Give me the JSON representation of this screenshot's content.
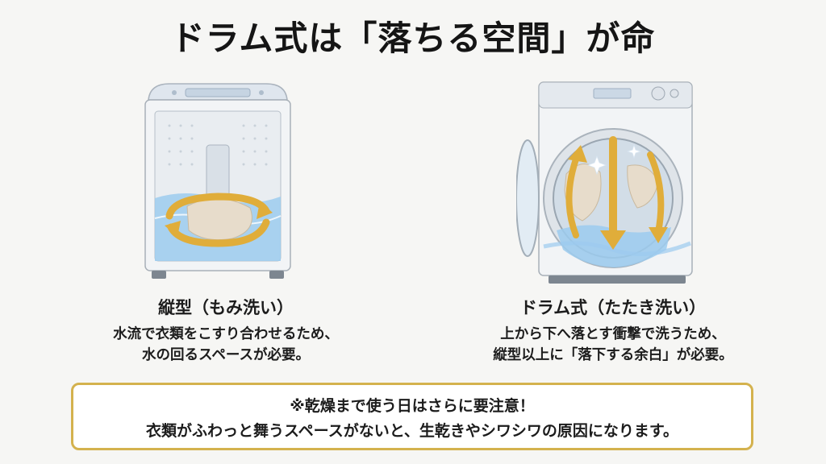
{
  "title": "ドラム式は「落ちる空間」が命",
  "left": {
    "heading": "縦型（もみ洗い）",
    "line1": "水流で衣類をこすり合わせるため、",
    "line2": "水の回るスペースが必要。"
  },
  "right": {
    "heading": "ドラム式（たたき洗い）",
    "line1": "上から下へ落とす衝撃で洗うため、",
    "line2": "縦型以上に「落下する余白」が必要。"
  },
  "notice": {
    "line1": "※乾燥まで使う日はさらに要注意！",
    "line2": "衣類がふわっと舞うスペースがないと、生乾きやシワシワの原因になります。"
  },
  "colors": {
    "accent_gold": "#d4b24e",
    "water_blue": "#8fc3ea",
    "arrow_gold": "#e0ad3a"
  },
  "icons": [
    "top-loader-washer-illustration",
    "drum-washer-illustration",
    "rotation-arrow-icon",
    "fall-arrow-icon",
    "sparkle-icon"
  ]
}
